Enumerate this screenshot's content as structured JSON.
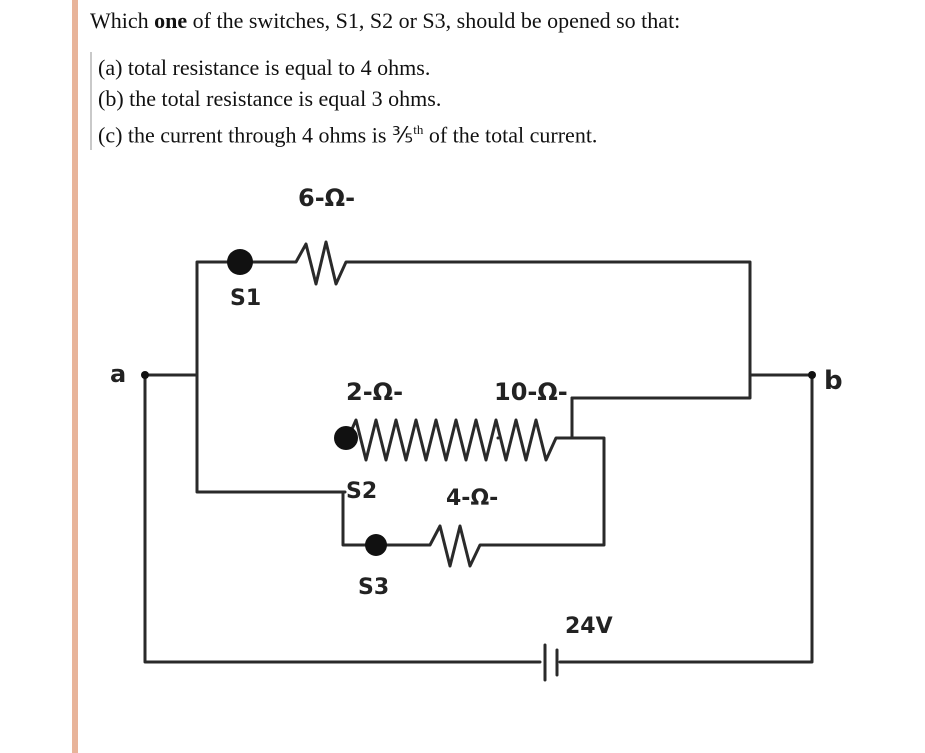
{
  "question": {
    "pre": "Which ",
    "bold": "one",
    "post": " of the switches, S1, S2 or S3, should be opened so that:"
  },
  "parts": [
    {
      "text": "(a) total resistance is equal to 4 ohms."
    },
    {
      "text": "(b) the total resistance is equal 3 ohms."
    },
    {
      "text_pre": "(c) the current through 4 ohms is ⅗",
      "sup": "th",
      "text_post": " of the total current."
    }
  ],
  "circuit": {
    "r1": "6-Ω-",
    "r2": "2-Ω-",
    "r3": "10-Ω-",
    "r4": "4-Ω-",
    "s1": "S1",
    "s2": "S2",
    "s3": "S3",
    "node_a": "a",
    "node_b": "b",
    "battery": "24V"
  }
}
